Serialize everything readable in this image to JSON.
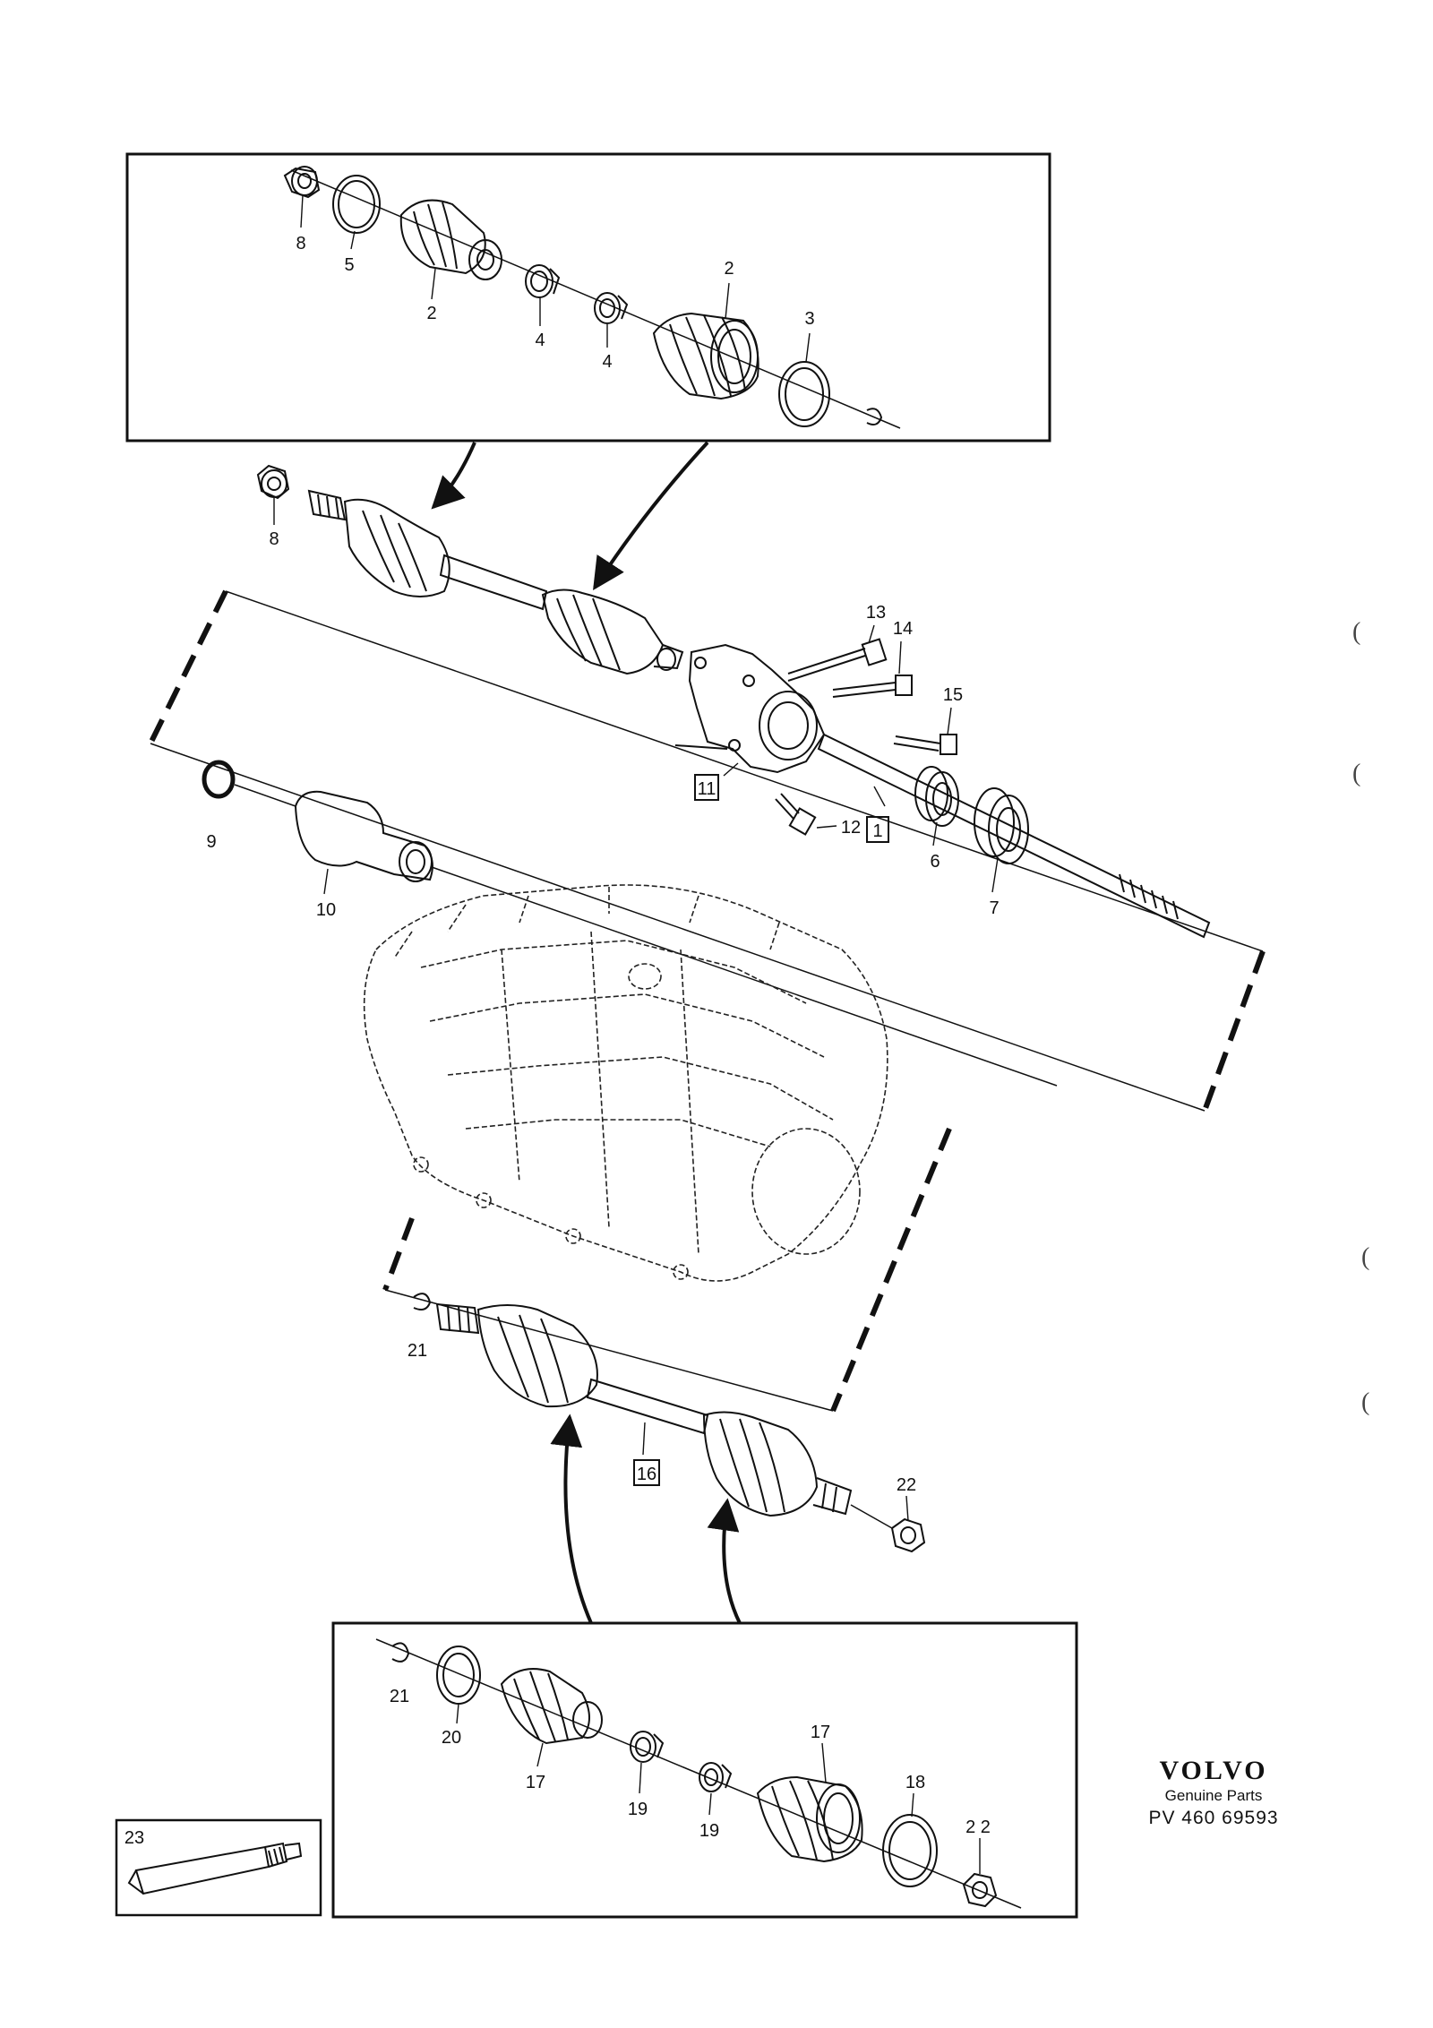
{
  "callouts": {
    "c1": "8",
    "c2": "5",
    "c3": "2",
    "c4": "4",
    "c5": "4",
    "c6": "2",
    "c7": "3",
    "c8": "8",
    "c9": "13",
    "c10": "14",
    "c11": "15",
    "c12": "11",
    "c13": "12",
    "c14": "1",
    "c15": "6",
    "c16": "7",
    "c17": "9",
    "c18": "10",
    "c19": "21",
    "c20": "16",
    "c21": "22",
    "c22": "21",
    "c23": "20",
    "c24": "17",
    "c25": "19",
    "c26": "19",
    "c27": "17",
    "c28": "18",
    "c29": "2 2",
    "c30": "23"
  },
  "brand": {
    "logo": "VOLVO",
    "subtitle": "Genuine Parts",
    "code": "PV 460 69593"
  },
  "colors": {
    "ink": "#111111",
    "paper": "#ffffff"
  }
}
